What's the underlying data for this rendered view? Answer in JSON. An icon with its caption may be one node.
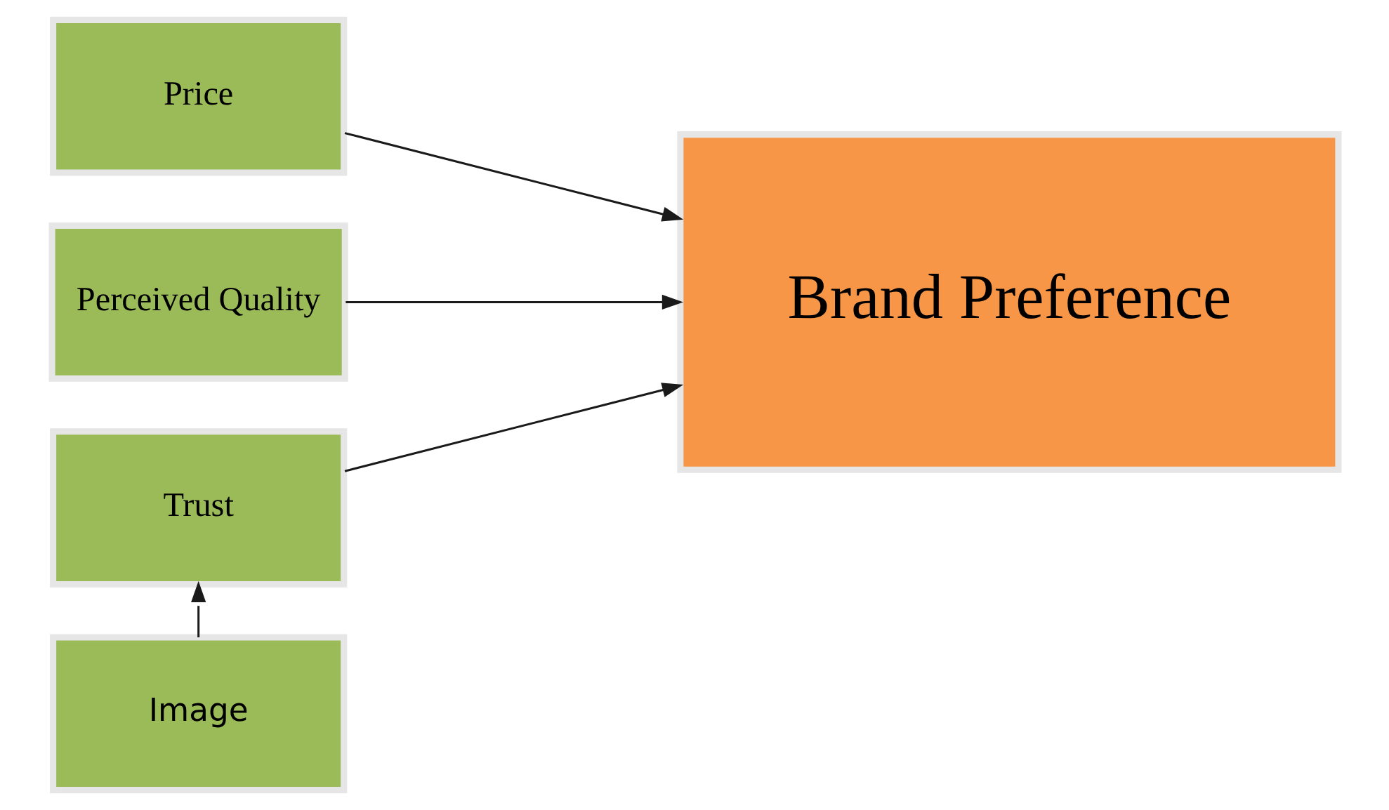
{
  "diagram": {
    "nodes": [
      {
        "text": [
          "Price"
        ]
      },
      {
        "text": [
          "Perceived Quality"
        ]
      },
      {
        "text": [
          "Trust"
        ]
      },
      {
        "text": [
          "Image"
        ]
      },
      {
        "text": [
          "Brand Preference"
        ]
      }
    ],
    "edges": [
      {
        "from": 0,
        "to": 4,
        "arrow": "to"
      },
      {
        "from": 1,
        "to": 4,
        "arrow": "to"
      },
      {
        "from": 2,
        "to": 4,
        "arrow": "to"
      },
      {
        "from": 3,
        "to": 2,
        "arrow": "to"
      }
    ]
  }
}
